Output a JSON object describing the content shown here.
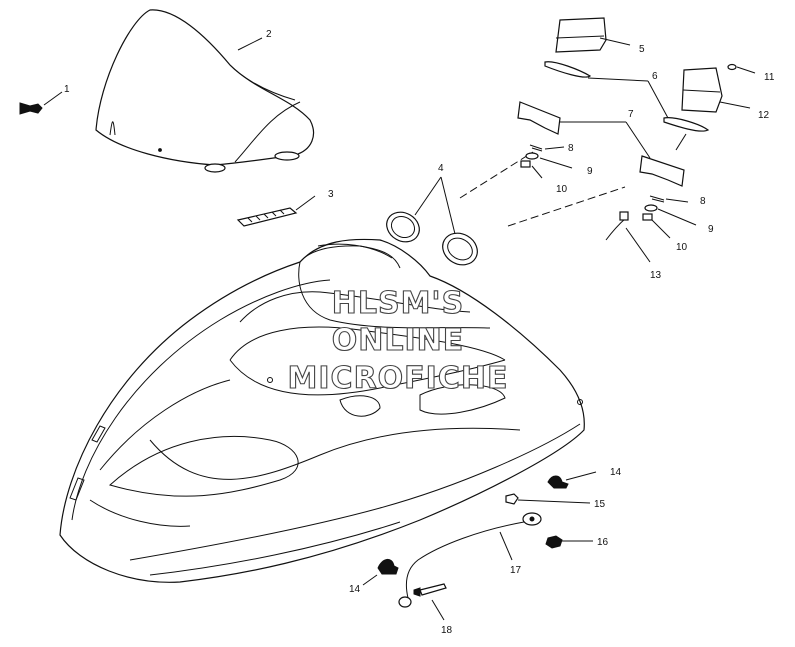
{
  "callouts": {
    "c1": "1",
    "c2": "2",
    "c3": "3",
    "c4": "4",
    "c5": "5",
    "c6": "6",
    "c7": "7",
    "c8a": "8",
    "c8b": "8",
    "c9a": "9",
    "c9b": "9",
    "c10a": "10",
    "c10b": "10",
    "c11": "11",
    "c12": "12",
    "c13": "13",
    "c14a": "14",
    "c14b": "14",
    "c15": "15",
    "c16": "16",
    "c17": "17",
    "c18": "18"
  },
  "watermark": {
    "line1": "HLSM'S",
    "line2": "ONLINE",
    "line3": "MICROFICHE"
  }
}
